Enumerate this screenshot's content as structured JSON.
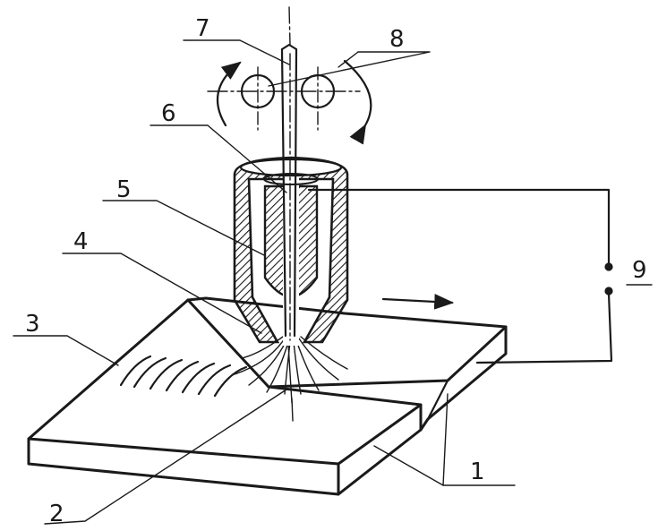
{
  "labels": {
    "l1": "1",
    "l2": "2",
    "l3": "3",
    "l4": "4",
    "l5": "5",
    "l6": "6",
    "l7": "7",
    "l8": "8",
    "l9": "9"
  },
  "colors": {
    "ink": "#1a1a1a",
    "background": "#ffffff"
  }
}
